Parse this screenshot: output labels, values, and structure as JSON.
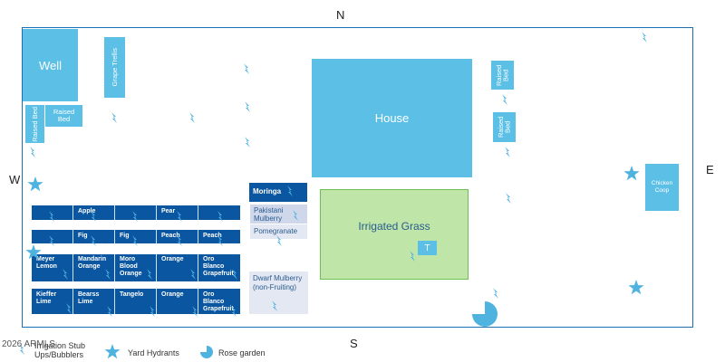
{
  "compass": {
    "north": "N",
    "south": "S",
    "east": "E",
    "west": "W"
  },
  "labels": {
    "well": "Well",
    "grape_trellis": "Grape Trellis",
    "raised_bed": "Raised Bed",
    "house": "House",
    "irrigated_grass": "Irrigated Grass",
    "grass_marker": "T",
    "chicken_coop": "Chicken Coop"
  },
  "orchard_rows": [
    [
      "",
      "Apple",
      "",
      "Pear",
      ""
    ],
    [
      "",
      "Fig",
      "Fig",
      "Peach",
      "Peach"
    ],
    [
      "Meyer Lemon",
      "Mandarin Orange",
      "Moro Blood Orange",
      "Orange",
      "Oro Blanco Grapefruit"
    ],
    [
      "Kieffer Lime",
      "Bearss Lime",
      "Tangelo",
      "Orange",
      "Oro Blanco Grapefruit"
    ]
  ],
  "plants": {
    "moringa": "Moringa",
    "pakistani_mulberry": "Pakistani Mulberry",
    "pomegranate": "Pomegranate",
    "dwarf_mulberry": "Dwarf Mulberry (non-Fruiting)"
  },
  "legend": {
    "irrigation": "Irrigation Stub Ups/Bubblers",
    "hydrants": "Yard Hydrants",
    "rose": "Rose garden"
  },
  "footer": "2026 ARMLS",
  "colors": {
    "light_blue": "#5bbfe6",
    "dark_blue": "#0b56a0",
    "grass": "#bfe6a8",
    "icon_blue": "#4fb3e0"
  }
}
